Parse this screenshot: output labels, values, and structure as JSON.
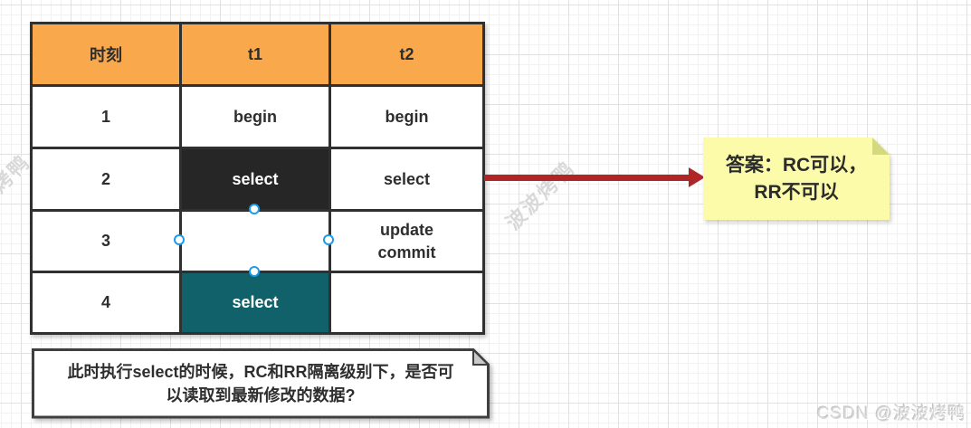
{
  "canvas": {
    "background": "#ffffff",
    "grid_minor_color": "#f2f2f2",
    "grid_major_color": "#e1e1e1"
  },
  "table": {
    "headers": [
      "时刻",
      "t1",
      "t2"
    ],
    "header_bg": "#F9A94C",
    "rows": [
      {
        "time": "1",
        "t1": "begin",
        "t2": "begin"
      },
      {
        "time": "2",
        "t1": "select",
        "t2": "select"
      },
      {
        "time": "3",
        "t1": "",
        "t2": "update\ncommit"
      },
      {
        "time": "4",
        "t1": "select",
        "t2": ""
      }
    ],
    "highlight_black_cell": "#262626",
    "highlight_teal_cell": "#11616B",
    "border_color": "#303030"
  },
  "selection": {
    "handle_color": "#1C9BE8",
    "selected_cell": "row-3-t1"
  },
  "arrow": {
    "color": "#B02526"
  },
  "sticky_note": {
    "text": "答案：RC可以，\nRR不可以",
    "bg": "#FBFBA9",
    "fold_color": "#D5D87E"
  },
  "question_note": {
    "text": "此时执行select的时候，RC和RR隔离级别下，是否可\n以读取到最新修改的数据?",
    "bg": "#ffffff",
    "border": "#3F3F3F",
    "fold_color": "#C9C9C9"
  },
  "watermarks": {
    "diagonal_text": "波波烤鸭",
    "corner_text": "CSDN @波波烤鸭"
  }
}
